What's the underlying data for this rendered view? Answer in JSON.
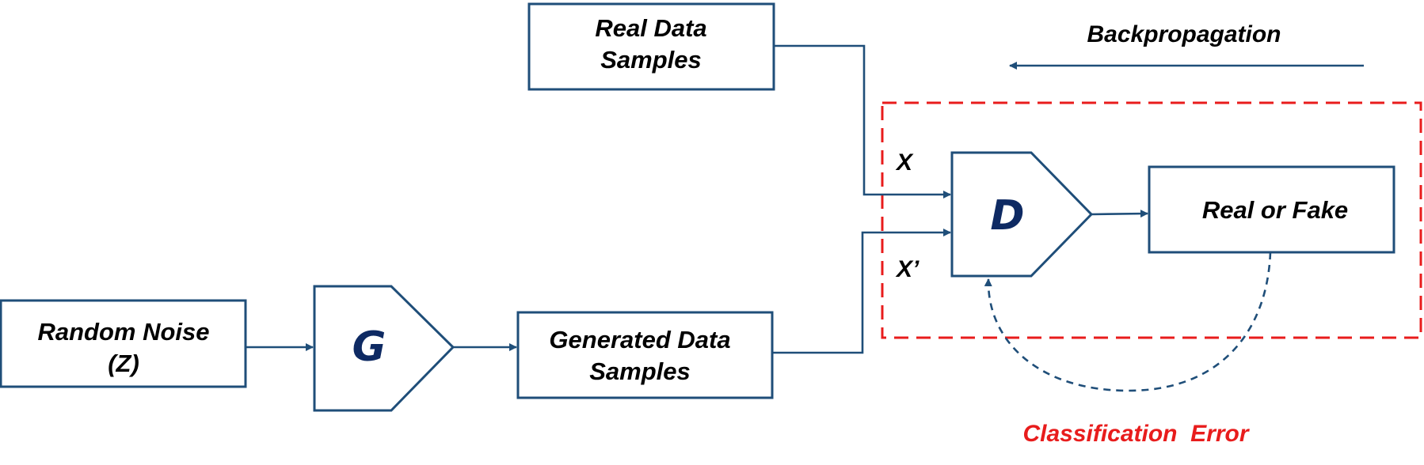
{
  "colors": {
    "primary": "#1f4e79",
    "letter": "#0e2a63",
    "highlight": "#e81c1c"
  },
  "nodes": {
    "random_noise": {
      "line1": "Random Noise",
      "line2": "(Z)"
    },
    "generator": {
      "label": "G"
    },
    "generated_samples": {
      "line1": "Generated Data",
      "line2": "Samples"
    },
    "real_samples": {
      "line1": "Real Data",
      "line2": "Samples"
    },
    "discriminator": {
      "label": "D"
    },
    "output": {
      "label": "Real or Fake"
    }
  },
  "edge_labels": {
    "real_input": "X",
    "fake_input": "X’"
  },
  "annotations": {
    "backprop": "Backpropagation",
    "error": "Classification  Error"
  }
}
